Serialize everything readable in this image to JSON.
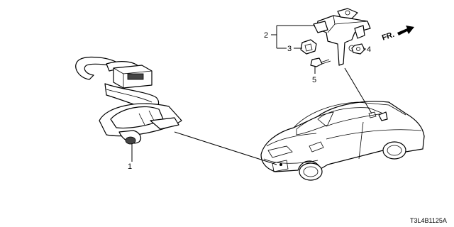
{
  "callouts": {
    "camera_assy": "1",
    "bracket_assy": "2",
    "nut_clip": "3",
    "nut": "4",
    "screw": "5"
  },
  "direction": {
    "label": "FR."
  },
  "diagram_code": "T3L4B1125A"
}
